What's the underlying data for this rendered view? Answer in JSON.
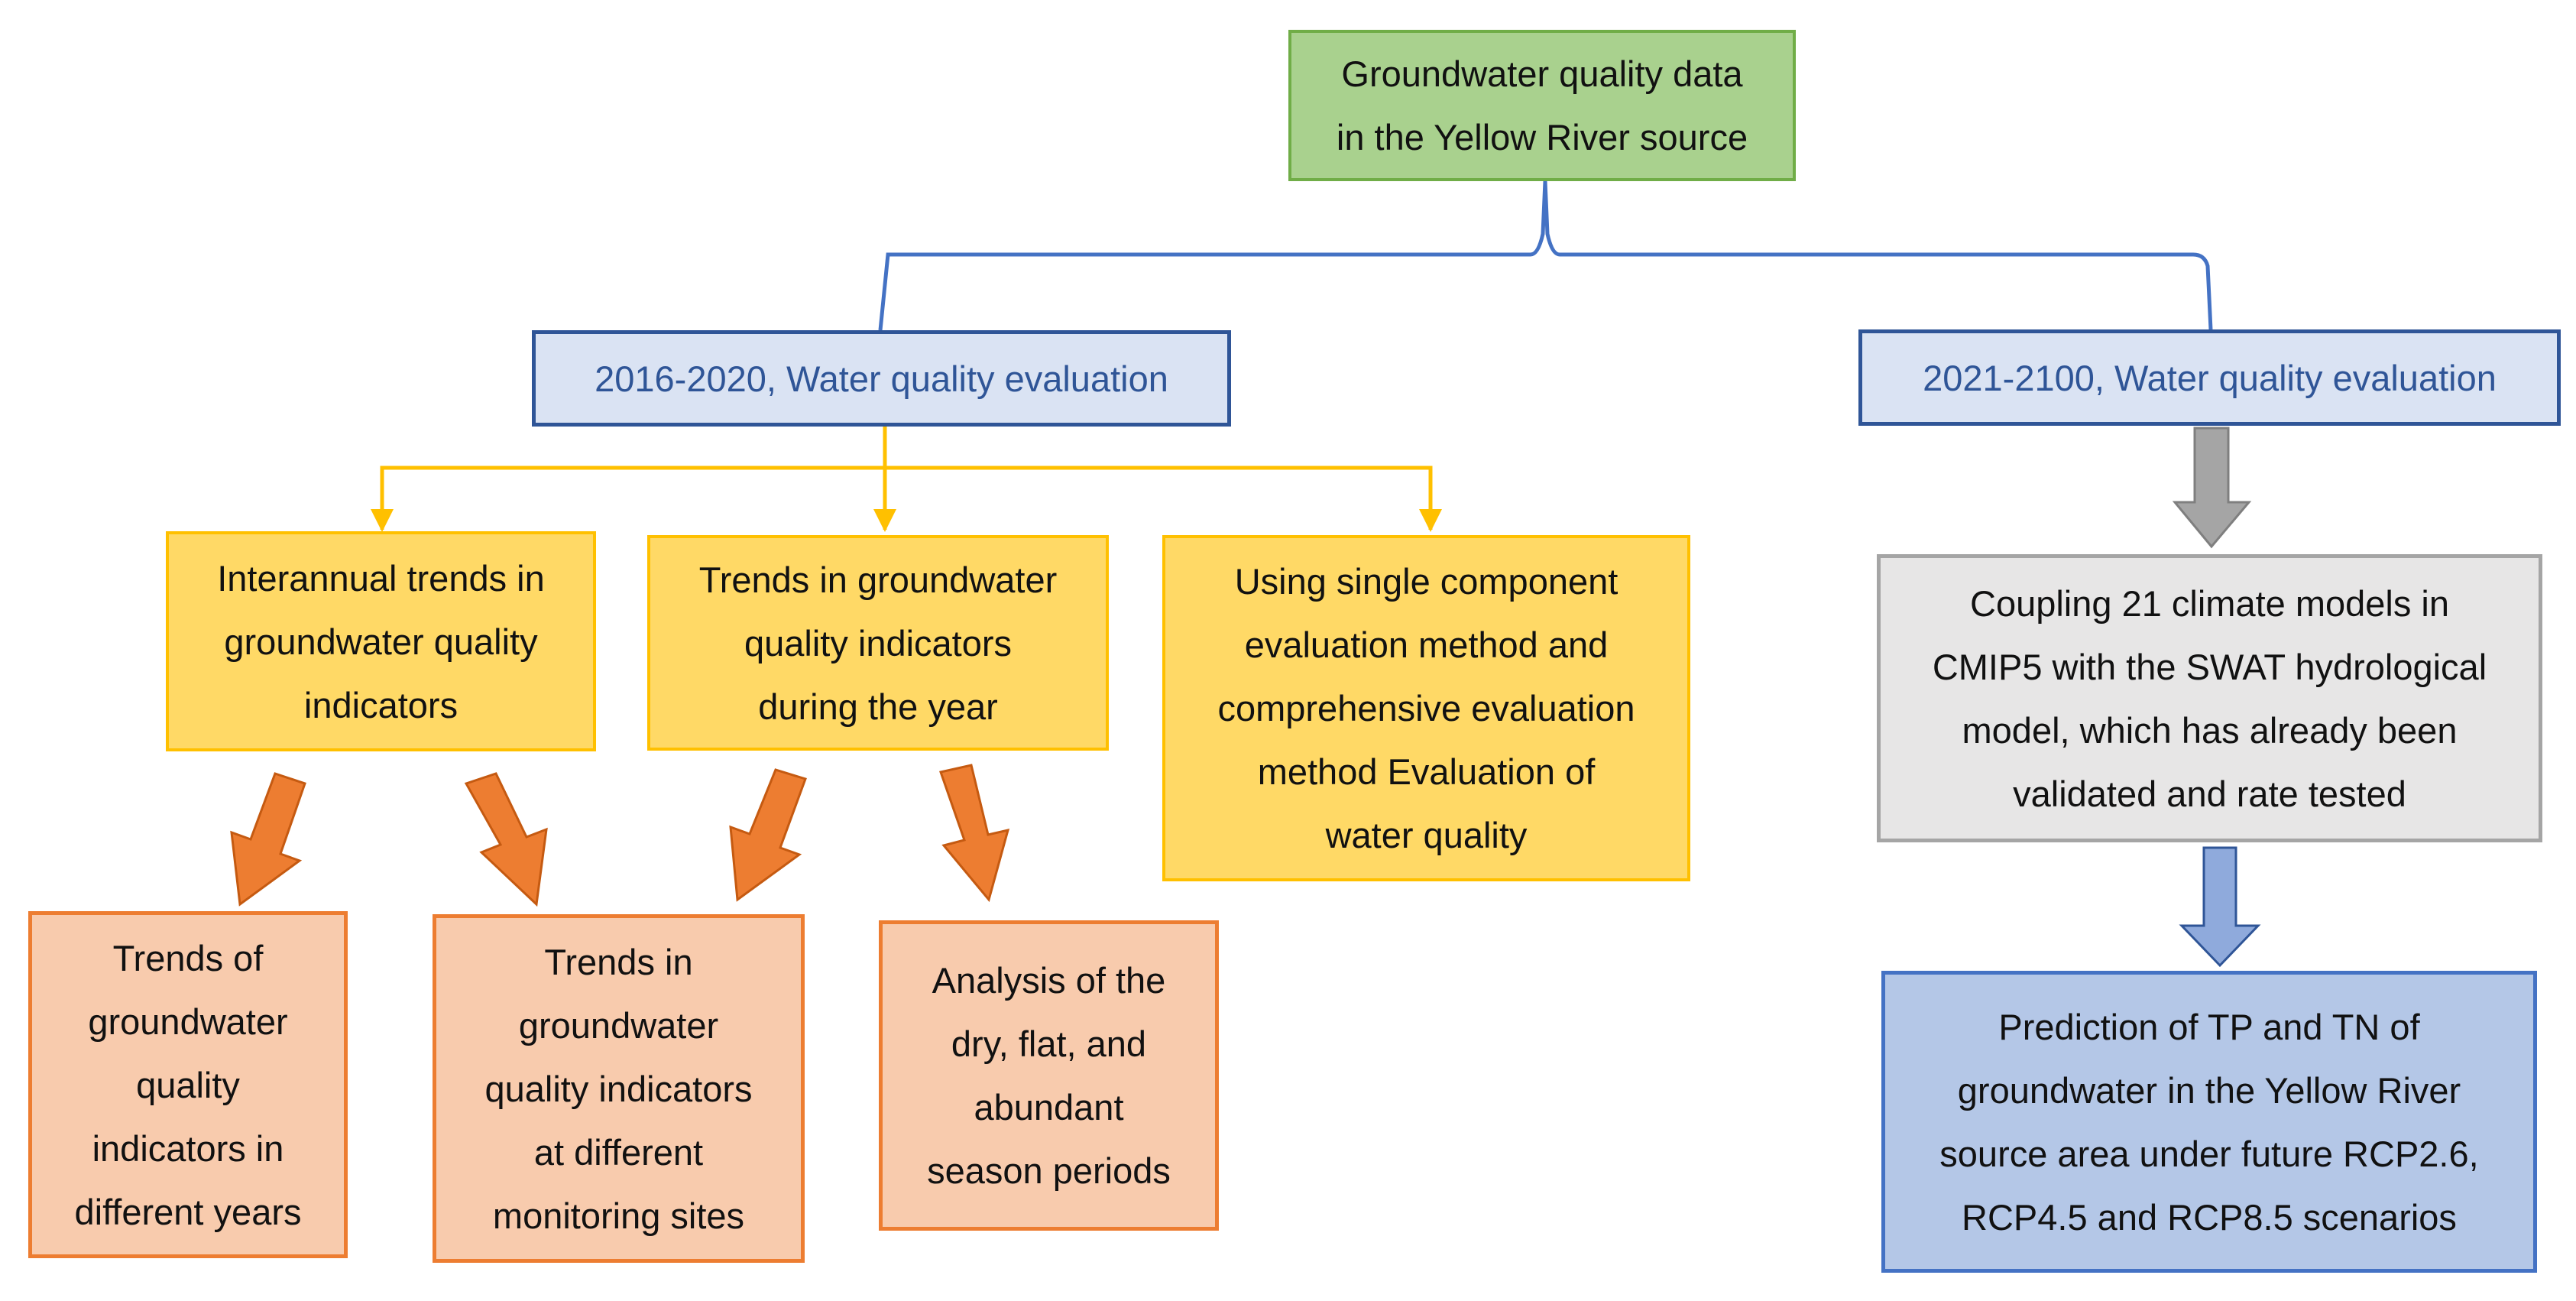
{
  "colors": {
    "root_fill": "#a9d18e",
    "root_border": "#70ad47",
    "header_fill": "#dae3f3",
    "header_border": "#2f5597",
    "header_text": "#2f5597",
    "branch_line": "#4472c4",
    "yellow_fill": "#ffd966",
    "yellow_border": "#ffc000",
    "orange_fill": "#f8cbad",
    "orange_border": "#ed7d31",
    "orange_arrow": "#ed7d31",
    "grey_fill": "#e7e6e6",
    "grey_border": "#a5a5a5",
    "grey_arrow": "#a5a5a5",
    "blue_fill": "#b4c7e7",
    "blue_border": "#4472c4",
    "blue_arrow": "#8faadc"
  },
  "nodes": {
    "root": {
      "lines": [
        "Groundwater quality data",
        "in the Yellow River source"
      ]
    },
    "period_2016": {
      "lines": [
        "2016-2020, Water quality evaluation"
      ]
    },
    "period_2021": {
      "lines": [
        "2021-2100, Water quality evaluation"
      ]
    },
    "interannual": {
      "lines": [
        "Interannual trends in",
        "groundwater quality",
        "indicators"
      ]
    },
    "intra_year": {
      "lines": [
        "Trends in groundwater",
        "quality indicators",
        "during the year"
      ]
    },
    "evaluation_method": {
      "lines": [
        "Using single component",
        "evaluation method and",
        "comprehensive evaluation",
        "method Evaluation of",
        "water quality"
      ]
    },
    "different_years": {
      "lines": [
        "Trends of",
        "groundwater",
        "quality",
        "indicators in",
        "different years"
      ]
    },
    "monitoring_sites": {
      "lines": [
        "Trends in",
        "groundwater",
        "quality indicators",
        "at different",
        "monitoring sites"
      ]
    },
    "season_periods": {
      "lines": [
        "Analysis of the",
        "dry, flat, and",
        "abundant",
        "season periods"
      ]
    },
    "coupling": {
      "lines": [
        "Coupling 21 climate models in",
        "CMIP5 with the SWAT hydrological",
        "model, which has already been",
        "validated and rate tested"
      ]
    },
    "prediction": {
      "lines": [
        "Prediction of TP and TN of",
        "groundwater in the Yellow River",
        "source area under future RCP2.6,",
        "RCP4.5 and RCP8.5 scenarios"
      ]
    }
  }
}
